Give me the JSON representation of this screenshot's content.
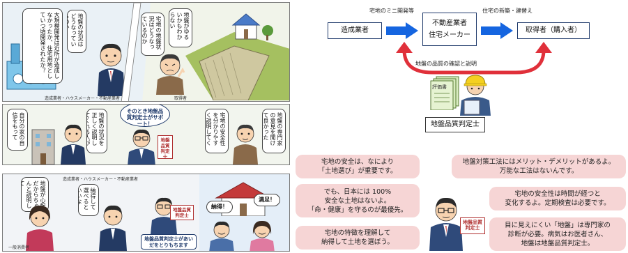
{
  "manga_top": {
    "bubble_1": "大規模開発は近所が造成しなかったか、住宅用地としていつ頃開発されたか？",
    "bubble_2": "地盤の状況はどうなっているのか",
    "bubble_3": "宅地の地盤状況はどうなっているのか",
    "bubble_4": "地盤がゆるいかもわからない",
    "caption_left": "造成業者・ハウスメーカー・不動産業者",
    "caption_right": "取得者"
  },
  "manga_mid": {
    "bubble_1": "自分の家の自信をもって",
    "bubble_2": "地盤の状況を正しく説明してくれる人がいない",
    "banner": "そのとき地盤品質判定士がサポート！",
    "sign": "地盤品質判定士",
    "bubble_3": "宅地の安全性を分かりやすく説明してくれる",
    "bubble_4": "地盤の専門家の意見を聞けて良かった"
  },
  "manga_bot": {
    "bubble_1": "地盤が心配だからちゃんと説明して",
    "bubble_2": "納得して選べるといいな",
    "caption_top": "造成業者・ハウスメーカー・不動産業者",
    "caption_left": "一般消費者",
    "sign": "地盤品質判定士",
    "sign_caption": "地盤品質判定士があいだをとりもちます",
    "shout_1": "納得！",
    "shout_2": "満足！"
  },
  "diagram": {
    "box_developer": "造成業者",
    "box_middle_line1": "不動産業者",
    "box_middle_line2": "住宅メーカー",
    "box_buyer": "取得者（購入者）",
    "label_arrow_1": "宅地のミニ開発等",
    "label_arrow_2": "住宅の新築・建替え",
    "label_curve": "地盤の品質の確認と説明",
    "doc_label": "評価書",
    "engineer_box": "地盤品質判定士"
  },
  "info": {
    "left_1": [
      "宅地の安全は、なにより",
      "「土地選び」が重要です。"
    ],
    "left_2": [
      "でも、日本には 100%",
      "安全な土地はないよ。",
      "「命・健康」を守るのが最優先。"
    ],
    "left_3": [
      "宅地の特徴を理解して",
      "納得して土地を選ぼう。"
    ],
    "right_1": [
      "地盤対策工法にはメリット・デメリットがあるよ。",
      "万能な工法はないんです。"
    ],
    "right_2": [
      "宅地の安全性は時間が経つと",
      "変化するよ。定期検査は必要です。"
    ],
    "right_3": [
      "目に見えにくい「地盤」は専門家の",
      "診断が必要。病気はお医者さん、",
      "地盤は地盤品質判定士。"
    ],
    "sign": "地盤品質判定士"
  },
  "colors": {
    "arrow_blue": "#1565e0",
    "arrow_red": "#e0303a",
    "pink_box": "#f6d5d5",
    "box_border": "#1f3a6b"
  }
}
